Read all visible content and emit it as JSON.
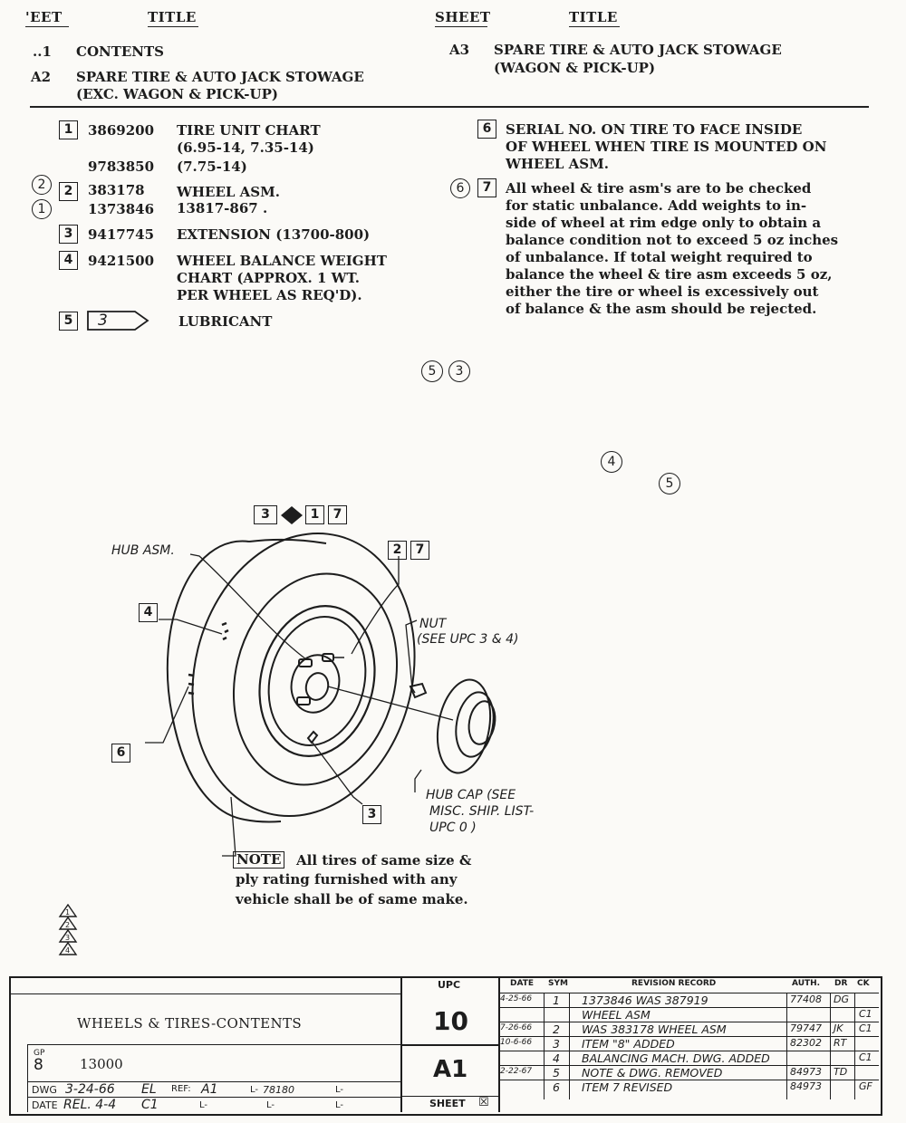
{
  "index": {
    "sheet_hdr_left": "'EET",
    "title_hdr_left": "TITLE",
    "sheet_hdr_right": "SHEET",
    "title_hdr_right": "TITLE",
    "rows_left": [
      {
        "sheet": "..1",
        "title": "CONTENTS",
        "title2": ""
      },
      {
        "sheet": "A2",
        "title": "SPARE TIRE & AUTO JACK STOWAGE",
        "title2": "(EXC. WAGON & PICK-UP)"
      }
    ],
    "rows_right": [
      {
        "sheet": "A3",
        "title": "SPARE TIRE & AUTO JACK STOWAGE",
        "title2": "(WAGON & PICK-UP)"
      }
    ]
  },
  "parts": [
    {
      "box": "1",
      "part": "3869200",
      "desc": "TIRE UNIT CHART",
      "desc2": "(6.95-14, 7.35-14)"
    },
    {
      "box": "",
      "part": "9783850",
      "desc": "(7.75-14)",
      "desc2": ""
    },
    {
      "box": "2",
      "circle": "2",
      "part": "383178",
      "desc": "WHEEL ASM.",
      "desc2": ""
    },
    {
      "box": "",
      "circle": "1",
      "part": "1373846",
      "desc": "13817-867 .",
      "desc2": ""
    },
    {
      "box": "3",
      "part": "9417745",
      "desc": "EXTENSION (13700-800)",
      "desc2": ""
    },
    {
      "box": "4",
      "part": "9421500",
      "desc": "WHEEL BALANCE WEIGHT",
      "desc2": "CHART (APPROX. 1 WT.",
      "desc3": "PER WHEEL AS REQ'D)."
    },
    {
      "box": "5",
      "part": "3",
      "desc": "LUBRICANT",
      "desc2": ""
    }
  ],
  "notes": {
    "n6_box": "6",
    "n6_text": [
      "SERIAL NO. ON TIRE TO FACE INSIDE",
      "OF WHEEL WHEN TIRE IS MOUNTED ON",
      "WHEEL ASM."
    ],
    "n7_circle": "6",
    "n7_box": "7",
    "n7_text": [
      "All wheel & tire asm's are to be checked",
      "for static unbalance.  Add weights to in-",
      "side of wheel at rim edge only to obtain a",
      "balance condition not to exceed 5 oz inches",
      "of unbalance.  If total weight required to",
      "balance the wheel & tire asm exceeds 5 oz,",
      "either the tire or wheel is excessively out",
      "of balance & the asm should be rejected."
    ]
  },
  "loose_circles": {
    "c53a": "5",
    "c53b": "3",
    "c4": "4",
    "c5": "5"
  },
  "diagram": {
    "callout_top": [
      "3",
      "1",
      "7"
    ],
    "callout_27": [
      "2",
      "7"
    ],
    "hub_asm": "HUB ASM.",
    "c4": "4",
    "c6": "6",
    "c3": "3",
    "nut": [
      "NUT",
      "(SEE UPC 3 & 4)"
    ],
    "hub_cap": [
      "HUB CAP (SEE",
      "MISC. SHIP. LIST-",
      "UPC 0 )"
    ],
    "note_label": "NOTE",
    "note_text": [
      "All tires of same size &",
      "ply rating furnished with any",
      "vehicle shall be of same make."
    ]
  },
  "triangles": [
    "1",
    "2",
    "3",
    "4"
  ],
  "title_block": {
    "upc_label": "UPC",
    "title": "WHEELS & TIRES-CONTENTS",
    "group_prefix": "8",
    "group_no": "13000",
    "upc": "10",
    "sheet": "A1",
    "sheet_label": "SHEET",
    "dwg_label": "DWG",
    "dwg_date": "3-24-66",
    "dwg_by": "EL",
    "ref_label": "REF:",
    "ref_val": "A1",
    "l1": "L-",
    "l1v": "78180",
    "l2": "L-",
    "date_label": "DATE",
    "date_val": "REL. 4-4",
    "date_by": "C1",
    "l3": "L-",
    "l4": "L-",
    "l5": "L-",
    "rev_headers": {
      "date": "DATE",
      "sym": "SYM",
      "record": "REVISION RECORD",
      "auth": "AUTH.",
      "dr": "DR",
      "ck": "CK"
    },
    "revisions": [
      {
        "date": "4-25-66",
        "sym": "1",
        "record": "1373846 WAS 387919",
        "auth": "77408",
        "dr": "DG",
        "ck": ""
      },
      {
        "date": "",
        "sym": "",
        "record": "WHEEL ASM",
        "auth": "",
        "dr": "",
        "ck": "C1"
      },
      {
        "date": "7-26-66",
        "sym": "2",
        "record": "WAS 383178 WHEEL ASM",
        "auth": "79747",
        "dr": "JK",
        "ck": "C1"
      },
      {
        "date": "10-6-66",
        "sym": "3",
        "record": "ITEM \"8\" ADDED",
        "auth": "82302",
        "dr": "RT",
        "ck": ""
      },
      {
        "date": "",
        "sym": "4",
        "record": "BALANCING MACH. DWG. ADDED",
        "auth": "",
        "dr": "",
        "ck": "C1"
      },
      {
        "date": "2-22-67",
        "sym": "5",
        "record": "NOTE & DWG. REMOVED",
        "auth": "84973",
        "dr": "TD",
        "ck": ""
      },
      {
        "date": "",
        "sym": "6",
        "record": "ITEM 7 REVISED",
        "auth": "84973",
        "dr": "",
        "ck": "GF"
      }
    ]
  }
}
